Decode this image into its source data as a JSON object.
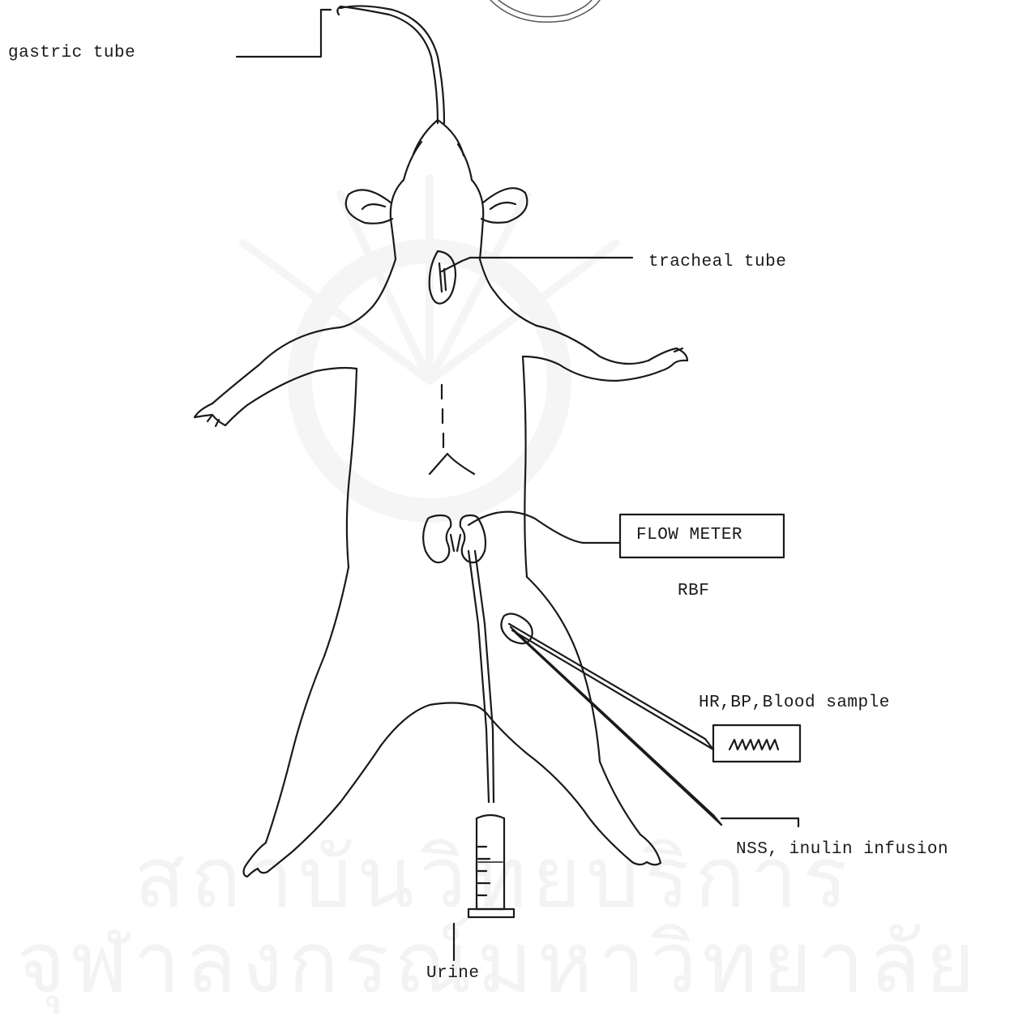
{
  "labels": {
    "gastric_tube": "gastric tube",
    "tracheal_tube": "tracheal tube",
    "flow_meter": "FLOW METER",
    "rbf": "RBF",
    "hr_bp_blood": "HR,BP,Blood sample",
    "nss_inulin": "NSS, inulin infusion",
    "urine": "Urine"
  },
  "watermark": {
    "line1": "สถาบันวิทยบริการ",
    "line2": "จุฬาลงกรณ์มหาวิทยาลัย"
  },
  "colors": {
    "ink": "#1a1a1a",
    "watermark": "#f2f2f2",
    "background": "#ffffff"
  }
}
